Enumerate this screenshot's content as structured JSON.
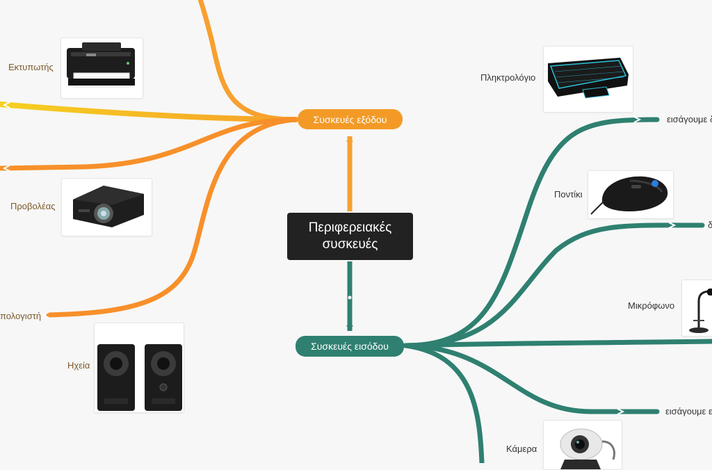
{
  "central_topic": "Περιφερειακές συσκευές",
  "output_branch": {
    "label": "Συσκευές εξόδου",
    "color": "#f39a26",
    "items": [
      {
        "label": "Εκτυπωτής",
        "icon": "printer-icon"
      },
      {
        "label": "Προβολέας",
        "icon": "projector-icon"
      },
      {
        "label": "πολογιστή"
      },
      {
        "label": "Ηχεία",
        "icon": "speakers-icon"
      }
    ]
  },
  "input_branch": {
    "label": "Συσκευές εισόδου",
    "color": "#2f8070",
    "items": [
      {
        "label": "Πληκτρολόγιο",
        "icon": "keyboard-icon"
      },
      {
        "label": "εισάγουμε δ"
      },
      {
        "label": "Ποντίκι",
        "icon": "mouse-icon"
      },
      {
        "label": "δ"
      },
      {
        "label": "Μικρόφωνο",
        "icon": "microphone-icon"
      },
      {
        "label": "εισάγουμε ε"
      },
      {
        "label": "Κάμερα",
        "icon": "webcam-icon"
      }
    ]
  }
}
